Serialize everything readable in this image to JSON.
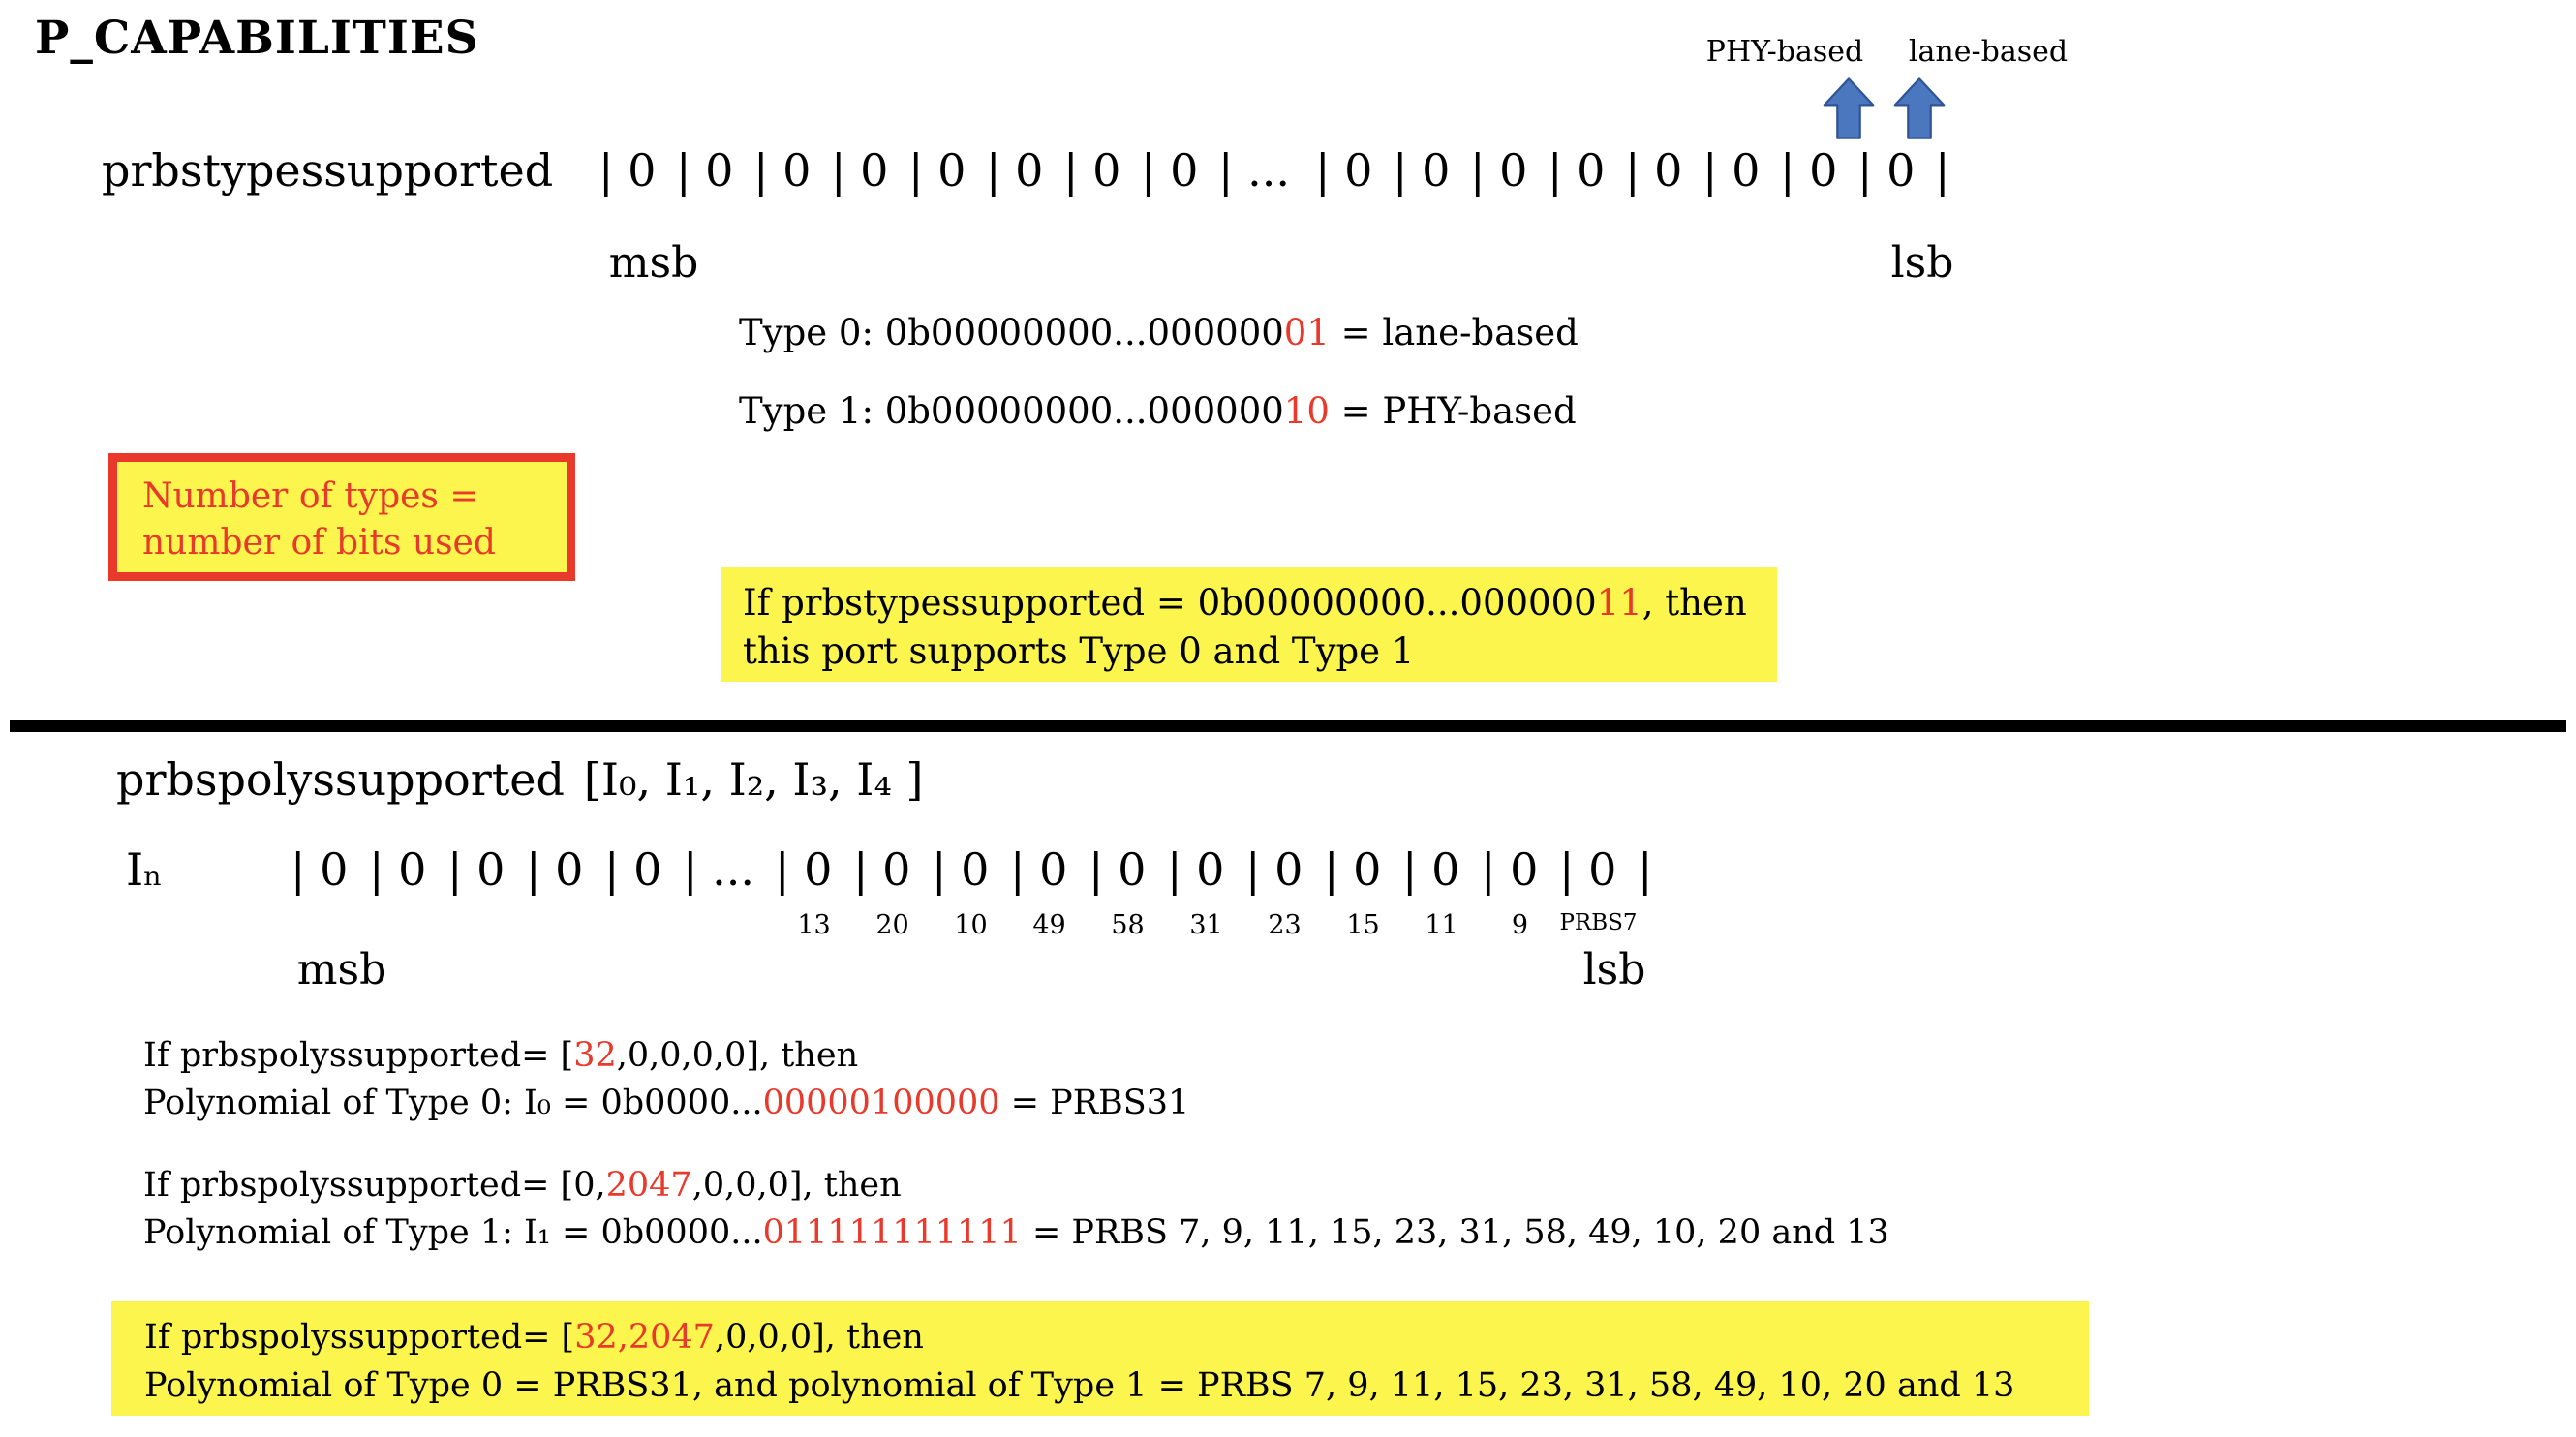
{
  "title": "P_CAPABILITIES",
  "colors": {
    "accent_red": "#e8392b",
    "highlight_yellow": "#fbf54d",
    "arrow_fill": "#4a77bd",
    "arrow_border": "#2f5597"
  },
  "top_arrows": {
    "phy": "PHY-based",
    "lane": "lane-based"
  },
  "section1": {
    "field": "prbstypessupported",
    "cells": [
      "| 0",
      "| 0",
      "| 0",
      "| 0",
      "| 0",
      "| 0",
      "| 0",
      "| 0",
      "| ...",
      "| 0",
      "| 0",
      "| 0",
      "| 0",
      "| 0",
      "| 0",
      "| 0",
      "| 0",
      "|"
    ],
    "msb": "msb",
    "lsb": "lsb",
    "type0": {
      "pre": "Type 0: 0b00000000...000000",
      "red": "01",
      "post": " = lane-based"
    },
    "type1": {
      "pre": "Type 1: 0b00000000...000000",
      "red": "10",
      "post": " = PHY-based"
    },
    "note": {
      "line1": "Number of types =",
      "line2": "number of bits used"
    },
    "example": {
      "pre": "If prbstypessupported = 0b00000000...000000",
      "red": "11",
      "post": ", then",
      "line2": "this port supports Type 0 and Type 1"
    }
  },
  "section2": {
    "field": "prbspolyssupported",
    "indices": "[I₀, I₁, I₂, I₃, I₄ ]",
    "row_label": "Iₙ",
    "cells": [
      "| 0",
      "| 0",
      "| 0",
      "| 0",
      "| 0",
      "| ...",
      "| 0",
      "| 0",
      "| 0",
      "| 0",
      "| 0",
      "| 0",
      "| 0",
      "| 0",
      "| 0",
      "| 0",
      "| 0",
      "|"
    ],
    "bit_labels": [
      "13",
      "20",
      "10",
      "49",
      "58",
      "31",
      "23",
      "15",
      "11",
      "9",
      "PRBS7"
    ],
    "msb": "msb",
    "lsb": "lsb",
    "example1": {
      "l1pre": "If prbspolyssupported= [",
      "l1red": "32",
      "l1post": ",0,0,0,0], then",
      "l2pre": "Polynomial of Type 0: I₀ = 0b0000...",
      "l2red": "00000100000",
      "l2post": " = PRBS31"
    },
    "example2": {
      "l1pre": "If prbspolyssupported= [0,",
      "l1red": "2047",
      "l1post": ",0,0,0], then",
      "l2pre": "Polynomial of Type 1: I₁ = 0b0000...",
      "l2red": "011111111111",
      "l2post": " = PRBS 7, 9, 11, 15, 23, 31, 58, 49, 10, 20 and 13"
    },
    "example3": {
      "l1pre": "If prbspolyssupported= [",
      "l1red": "32,2047",
      "l1post": ",0,0,0], then",
      "l2": "Polynomial of Type 0 = PRBS31, and polynomial of Type 1 = PRBS 7, 9, 11, 15, 23, 31, 58, 49, 10, 20 and 13"
    }
  }
}
